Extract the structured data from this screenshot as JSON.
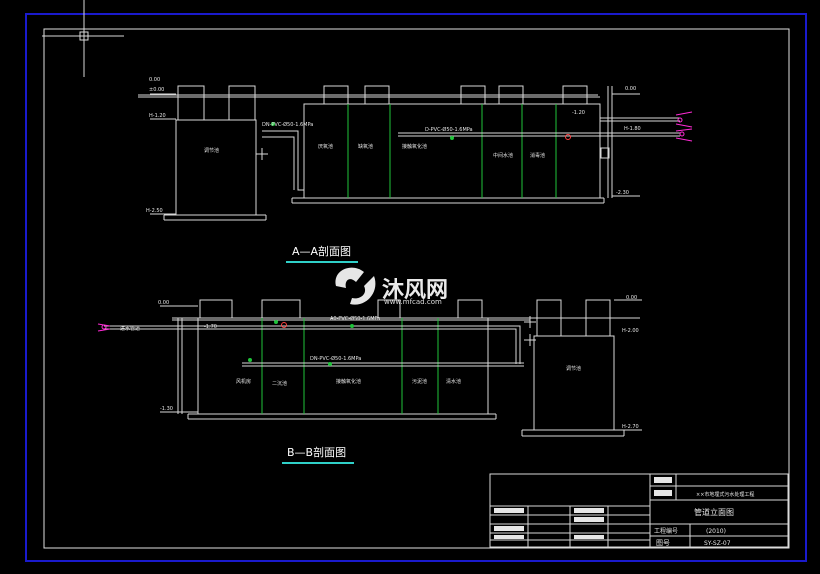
{
  "sections": {
    "aa": {
      "title": "A—A剖面图",
      "tank_labels": [
        "调节池",
        "厌氧池",
        "缺氧池",
        "接触氧化池",
        "中间水池",
        "消毒池"
      ],
      "pipe_label_1": "DN-PVC-Ø50-1.6MPa",
      "pipe_label_2": "D-PVC-Ø50-1.6MPa",
      "left_levels": [
        "0.00",
        "±0.00",
        "H-1.20",
        "H-2.50"
      ],
      "right_levels": [
        "0.00",
        "-1.20",
        "H-1.80",
        "-2.30"
      ]
    },
    "bb": {
      "title": "B—B剖面图",
      "tank_labels": [
        "风机房",
        "二沉池",
        "接触氧化池",
        "污泥池",
        "清水池"
      ],
      "pipe_label_1": "A0-PVC-Ø50-1.6MPa",
      "pipe_label_2": "DN-PVC-Ø50-1.6MPa",
      "inlet_label": "进水管道",
      "right_tank_label": "调节池",
      "left_levels": [
        "0.00",
        "-1.70",
        "-1.30"
      ],
      "right_levels": [
        "0.00",
        "H-2.00",
        "H-2.70"
      ]
    }
  },
  "watermark": {
    "brand": "沐风网",
    "url": "www.mfcad.com"
  },
  "title_block": {
    "project": "××市地埋式污水处理工程",
    "drawing_name": "管道立面图",
    "scale_label": "工程编号",
    "scale_value": "(2010)",
    "number_label": "图号",
    "number_value": "SY-SZ-07"
  },
  "colors": {
    "background": "#000000",
    "frame": "#1a1acc",
    "linework": "#d8d8d8",
    "partition": "#1fc43a",
    "pipe_marker": "#ff2bd6",
    "title_underline": "#2fd0c8"
  }
}
